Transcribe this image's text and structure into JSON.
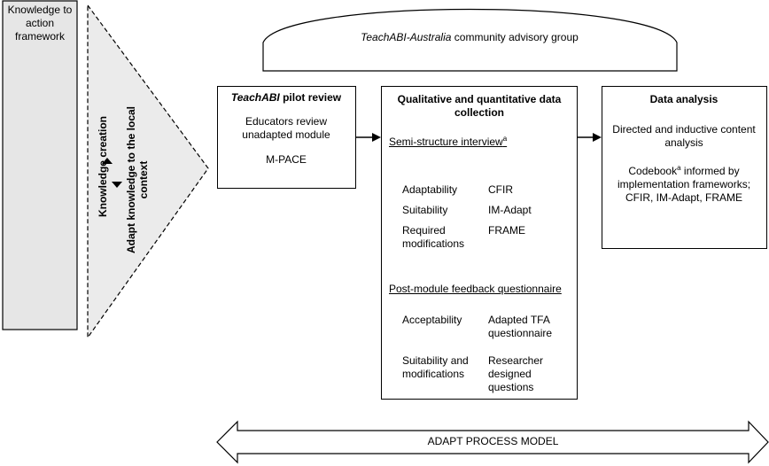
{
  "framework": {
    "title": "Knowledge to action framework",
    "knowledge_creation": "Knowledge creation",
    "adapt_knowledge": "Adapt knowledge to the local context"
  },
  "advisory": {
    "label_italic": "TeachABI-Australia",
    "label_rest": " community advisory group"
  },
  "pilot": {
    "title_italic": "TeachABI",
    "title_rest": " pilot review",
    "line1": "Educators review unadapted module",
    "line2": "M-PACE"
  },
  "collection": {
    "title": "Qualitative and quantitative data collection",
    "interview_heading": "Semi-structure interview",
    "interview_sup": "a",
    "interview_rows": [
      {
        "left": "Adaptability",
        "right": "CFIR"
      },
      {
        "left": "Suitability",
        "right": "IM-Adapt"
      },
      {
        "left": "Required modifications",
        "right": "FRAME"
      }
    ],
    "questionnaire_heading": "Post-module feedback questionnaire",
    "questionnaire_rows": [
      {
        "left": "Acceptability",
        "right": "Adapted TFA questionnaire"
      },
      {
        "left": "Suitability and modifications",
        "right": "Researcher designed questions"
      }
    ]
  },
  "analysis": {
    "title": "Data analysis",
    "line1": "Directed and inductive content analysis",
    "codebook": "Codebook",
    "codebook_sup": "a",
    "codebook_rest": " informed by implementation frameworks; CFIR, IM-Adapt, FRAME"
  },
  "process_model": "ADAPT PROCESS MODEL"
}
